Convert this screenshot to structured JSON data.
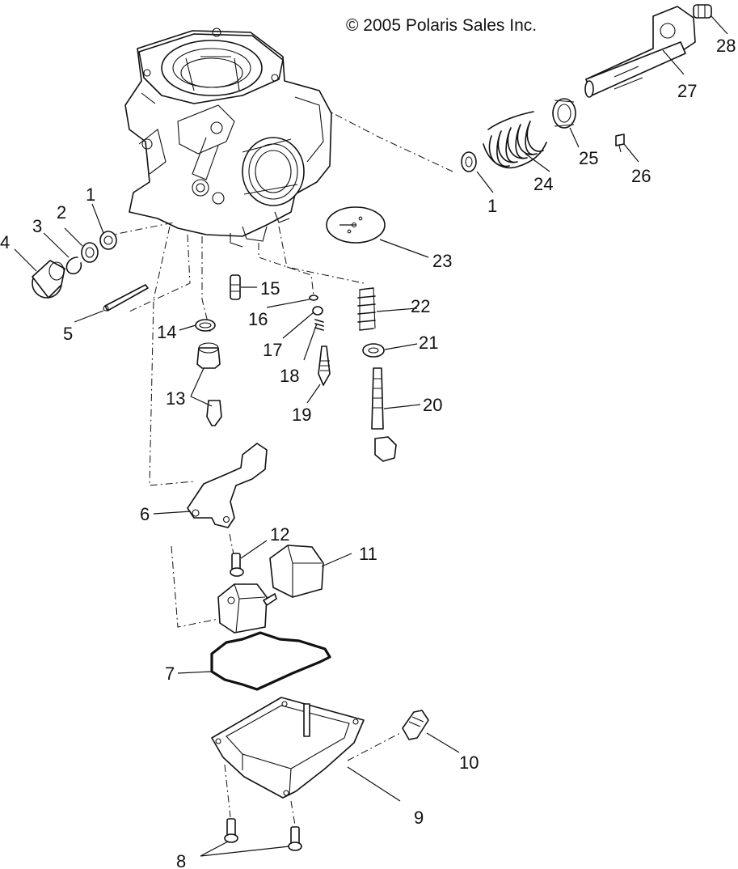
{
  "copyright": "© 2005 Polaris Sales Inc.",
  "callouts": [
    {
      "id": "1a",
      "text": "1"
    },
    {
      "id": "1b",
      "text": "1"
    },
    {
      "id": "2",
      "text": "2"
    },
    {
      "id": "3",
      "text": "3"
    },
    {
      "id": "4",
      "text": "4"
    },
    {
      "id": "5",
      "text": "5"
    },
    {
      "id": "6",
      "text": "6"
    },
    {
      "id": "7",
      "text": "7"
    },
    {
      "id": "8",
      "text": "8"
    },
    {
      "id": "9",
      "text": "9"
    },
    {
      "id": "10",
      "text": "10"
    },
    {
      "id": "11",
      "text": "11"
    },
    {
      "id": "12",
      "text": "12"
    },
    {
      "id": "13",
      "text": "13"
    },
    {
      "id": "14",
      "text": "14"
    },
    {
      "id": "15",
      "text": "15"
    },
    {
      "id": "16",
      "text": "16"
    },
    {
      "id": "17",
      "text": "17"
    },
    {
      "id": "18",
      "text": "18"
    },
    {
      "id": "19",
      "text": "19"
    },
    {
      "id": "20",
      "text": "20"
    },
    {
      "id": "21",
      "text": "21"
    },
    {
      "id": "22",
      "text": "22"
    },
    {
      "id": "23",
      "text": "23"
    },
    {
      "id": "24",
      "text": "24"
    },
    {
      "id": "25",
      "text": "25"
    },
    {
      "id": "26",
      "text": "26"
    },
    {
      "id": "27",
      "text": "27"
    },
    {
      "id": "28",
      "text": "28"
    }
  ]
}
